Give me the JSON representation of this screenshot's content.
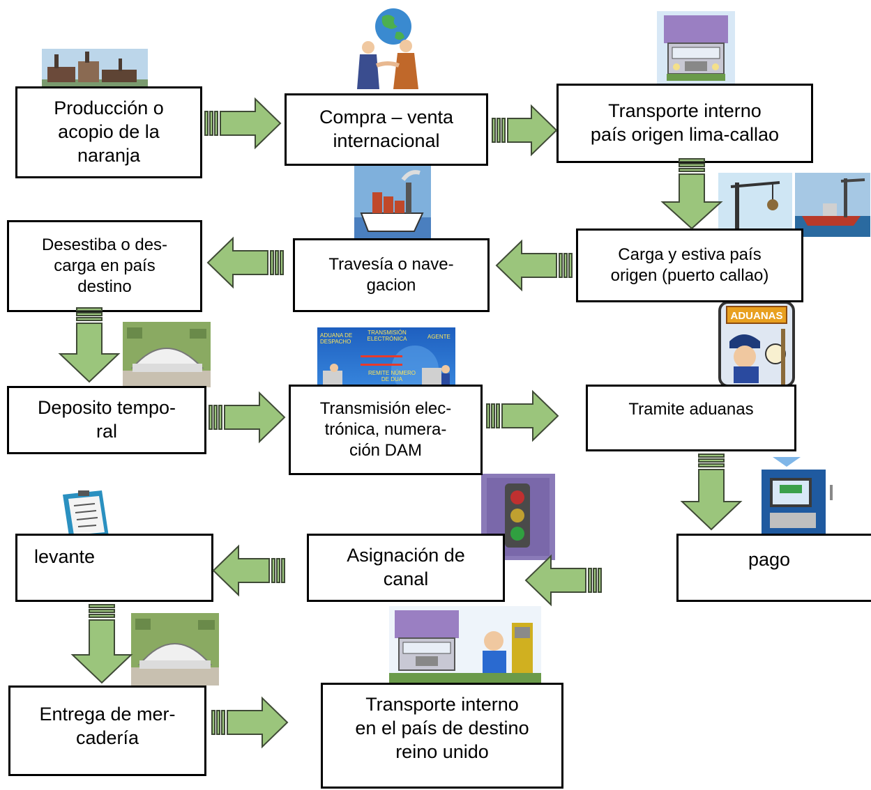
{
  "colors": {
    "arrow_fill": "#9bc57c",
    "arrow_stroke": "#3f4a36",
    "box_border": "#000000"
  },
  "steps": {
    "produccion": "Producción o\nacopio de la\nnaranja",
    "compra": "Compra – venta\ninternacional",
    "transporte_origen": "Transporte interno\npaís origen lima-callao",
    "carga": "Carga y estiva país\norigen (puerto callao)",
    "travesia": "Travesía o nave-\ngacion",
    "desestiba": "Desestiba o des-\ncarga en país\ndestino",
    "deposito": "Deposito tempo-\nral",
    "transmision": "Transmisión elec-\ntrónica, numera-\nción DAM",
    "tramite": "Tramite aduanas",
    "pago": "pago",
    "asignacion": "Asignación de\ncanal",
    "levante": "levante",
    "entrega": "Entrega de mer-\ncadería",
    "transporte_destino": "Transporte interno\nen el país de destino\nreino unido"
  },
  "images": {
    "aduanas_sign": "ADUANAS",
    "dam_screen_lines": [
      "ADUANA DE DESPACHO",
      "TRANSMISIÓN ELECTRÓNICA",
      "AGENTE",
      "REMITE NÚMERO DE DUA"
    ]
  },
  "icons": [
    "factory-icon",
    "handshake-globe-icon",
    "truck-icon",
    "crane-ship-icon",
    "cargo-ship-icon",
    "warehouse-icon",
    "customs-screen-icon",
    "customs-officer-icon",
    "computer-payment-icon",
    "traffic-light-icon",
    "clipboard-icon",
    "warehouse-icon",
    "truck-person-icon"
  ]
}
